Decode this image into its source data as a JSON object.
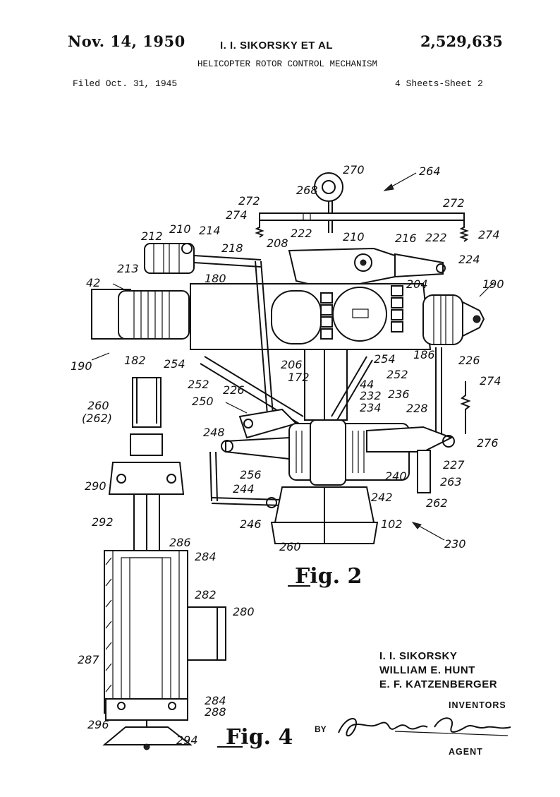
{
  "header": {
    "date": "Nov. 14, 1950",
    "inventor_short": "I. I. SIKORSKY ET AL",
    "patent_number": "2,529,635",
    "title": "HELICOPTER ROTOR CONTROL MECHANISM",
    "filed": "Filed Oct. 31, 1945",
    "sheets": "4 Sheets-Sheet 2"
  },
  "figures": {
    "fig2_label": "Fig. 2",
    "fig4_label": "Fig. 4"
  },
  "reference_numerals": {
    "n270": "270",
    "n264": "264",
    "n272a": "272",
    "n272b": "272",
    "n268": "268",
    "n274a": "274",
    "n274b": "274",
    "n274c": "274",
    "n212": "212",
    "n210a": "210",
    "n214": "214",
    "n218": "218",
    "n222a": "222",
    "n210b": "210",
    "n216": "216",
    "n222b": "222",
    "n208": "208",
    "n224": "224",
    "n213": "213",
    "n42": "42",
    "n180": "180",
    "n204": "204",
    "n190a": "190",
    "n190b": "190",
    "n182": "182",
    "n254a": "254",
    "n206": "206",
    "n172": "172",
    "n254b": "254",
    "n186": "186",
    "n226a": "226",
    "n252a": "252",
    "n226b": "226",
    "n44": "44",
    "n252b": "252",
    "n232": "232",
    "n236": "236",
    "n250": "250",
    "n234": "234",
    "n228": "228",
    "n260a": "260",
    "n262a": "(262)",
    "n248": "248",
    "n276": "276",
    "n227": "227",
    "n256": "256",
    "n263": "263",
    "n240": "240",
    "n290": "290",
    "n244": "244",
    "n262b": "262",
    "n242": "242",
    "n246": "246",
    "n102": "102",
    "n292": "292",
    "n230": "230",
    "n260b": "260",
    "n286": "286",
    "n284a": "284",
    "n282": "282",
    "n280": "280",
    "n287": "287",
    "n284b": "284",
    "n288": "288",
    "n296": "296",
    "n294": "294"
  },
  "inventors": {
    "name1": "I. I. SIKORSKY",
    "name2": "WILLIAM E. HUNT",
    "name3": "E. F. KATZENBERGER",
    "label": "INVENTORS"
  },
  "attorney": {
    "by": "BY",
    "signature": "Gifford S. Holmes",
    "label": "AGENT"
  }
}
